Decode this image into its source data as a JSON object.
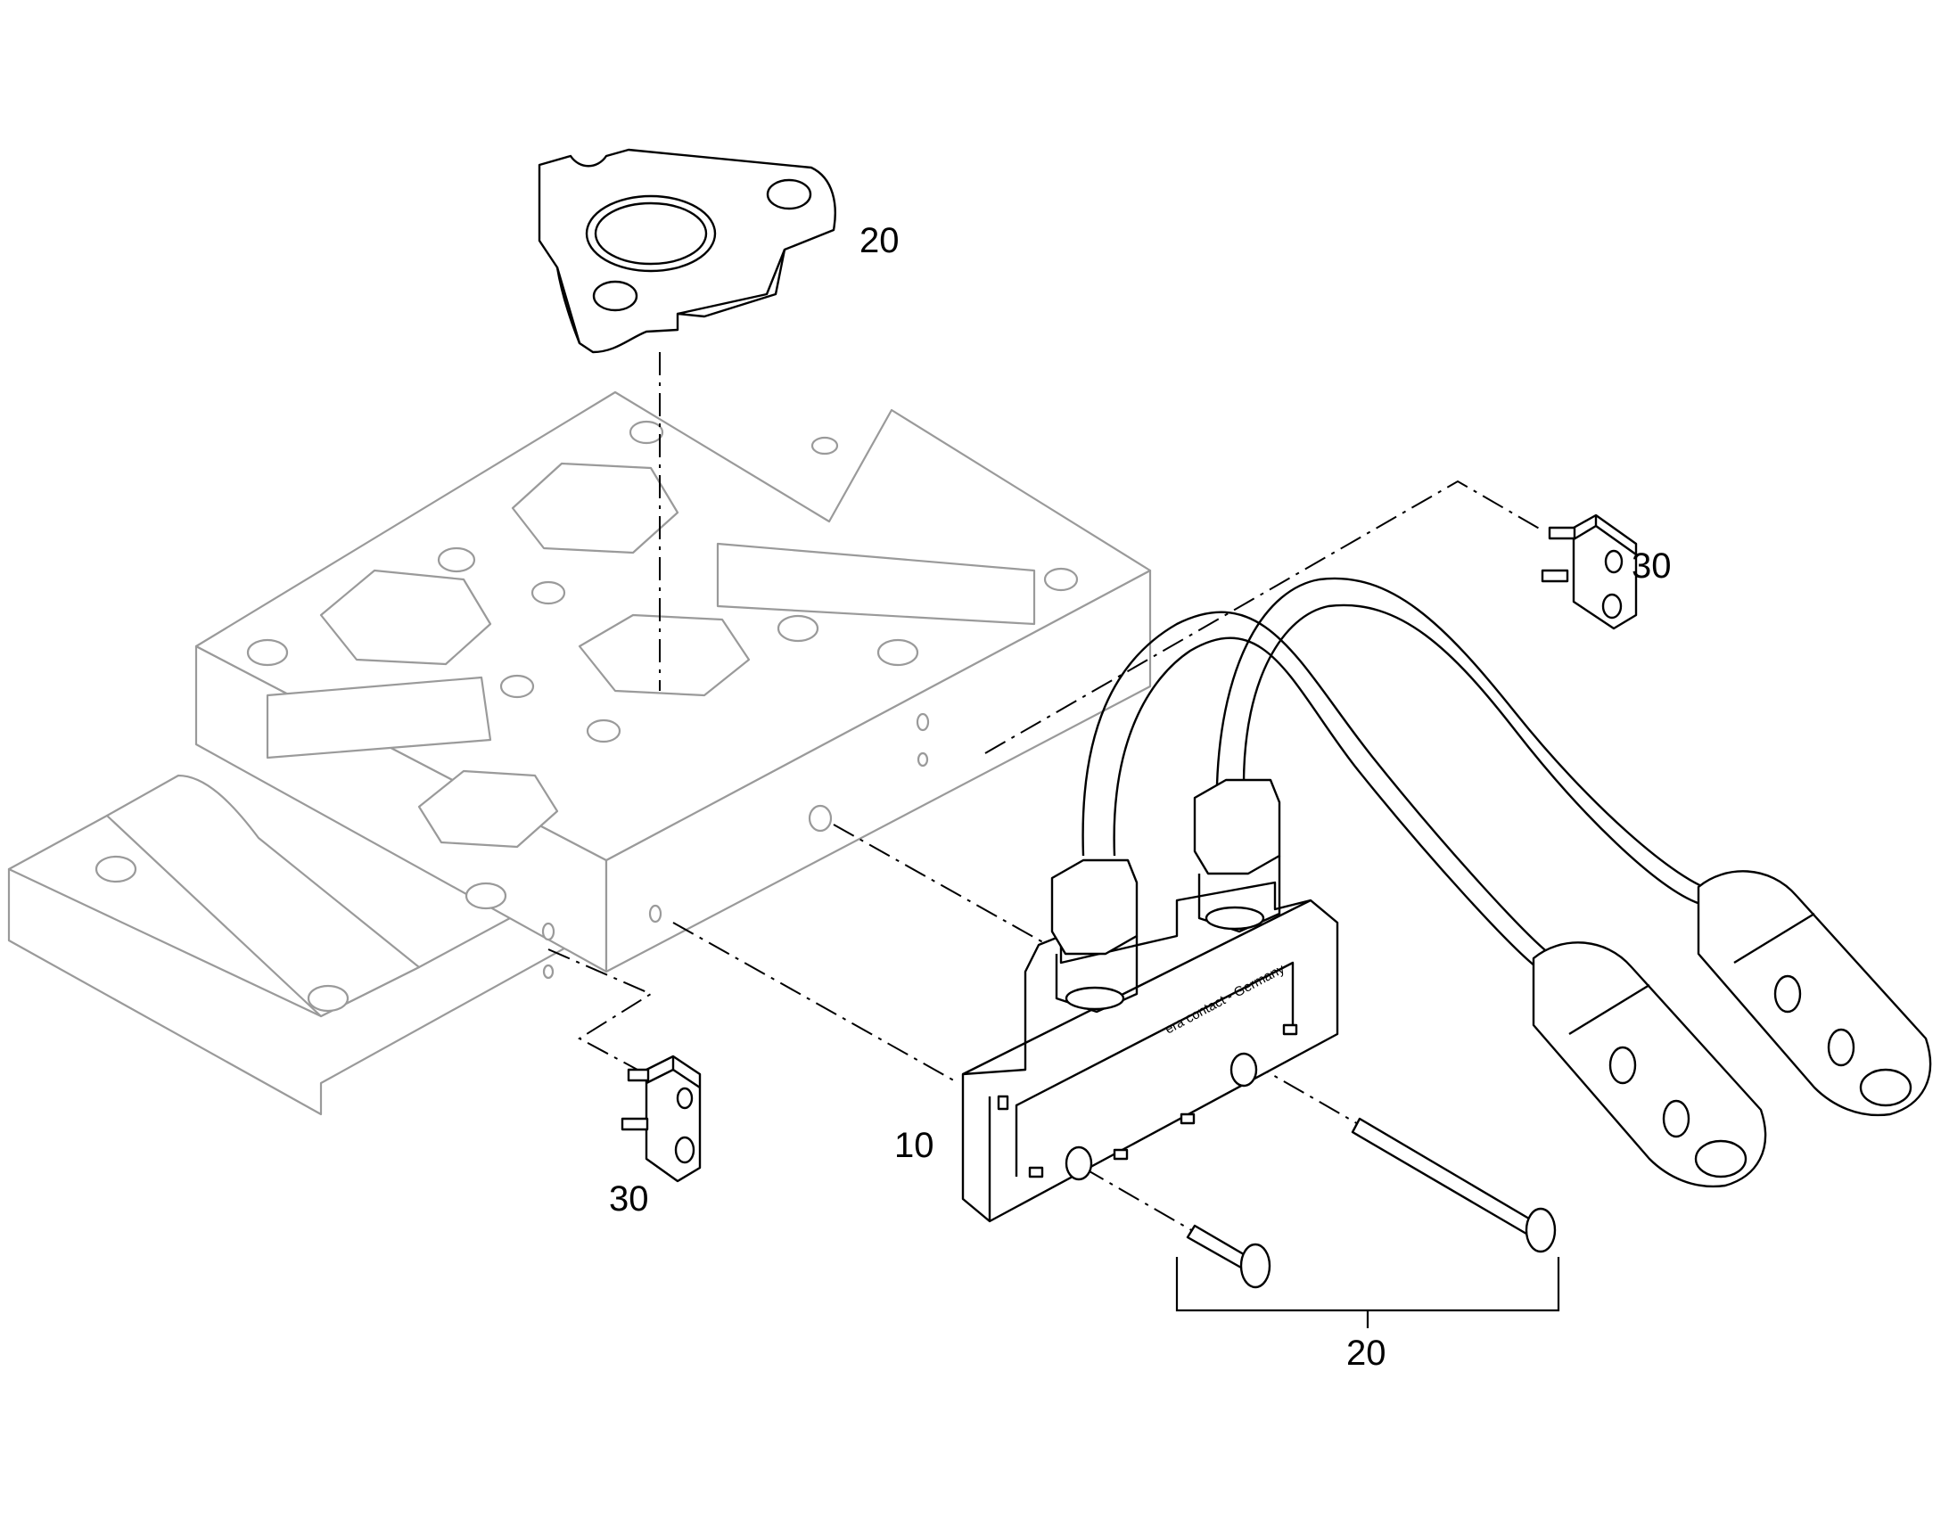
{
  "callouts": {
    "gasket_label": "20",
    "block_top_label": "30",
    "block_bottom_label": "30",
    "connector_label": "10",
    "screws_label": "20"
  },
  "connector_marking": "era contact - Germany",
  "colors": {
    "line": "#000000",
    "ghost_line": "#9a9a9a",
    "background": "#ffffff"
  }
}
